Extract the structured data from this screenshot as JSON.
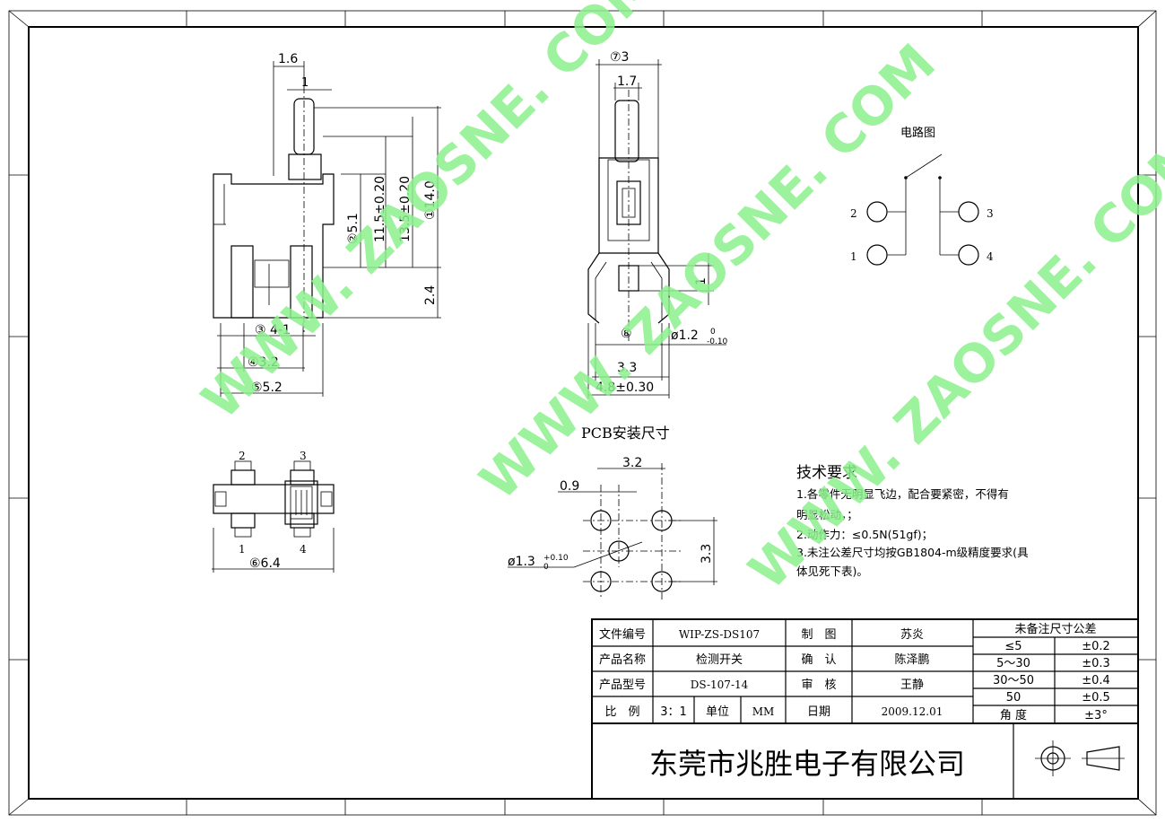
{
  "watermarks": [
    "WWW. ZAOSNE. COM",
    "WWW. ZAOSNE. COM",
    "WWW. ZAOSNE. COM"
  ],
  "side_view_dims": {
    "d1": "1.6",
    "d2": "1",
    "d3": "11.5±0.20",
    "d4": "13.5±0.20",
    "d5": "①14.0",
    "d6": "②5.1",
    "d7": "2.4",
    "d8": "③ 4-1",
    "d9": "④3.2",
    "d10": "⑤5.2"
  },
  "front_view_dims": {
    "d1": "⑦3",
    "d2": "1.7",
    "d3": "1",
    "d4": "⑧",
    "d5": "ø1.2",
    "d5_sup": "0",
    "d5_sub": "-0.10",
    "d6": "3.3",
    "d7": "4.8±0.30"
  },
  "bottom_view": {
    "pin2": "2",
    "pin3": "3",
    "pin1": "1",
    "pin4": "4",
    "dim": "⑥6.4"
  },
  "pcb": {
    "title": "PCB安装尺寸",
    "d1": "3.2",
    "d2": "0.9",
    "d3": "3.3",
    "hole": "ø1.3",
    "hole_sup": "+0.10",
    "hole_sub": "0"
  },
  "circuit": {
    "title": "电路图",
    "n1": "1",
    "n2": "2",
    "n3": "3",
    "n4": "4"
  },
  "requirements": {
    "title": "技术要求",
    "lines": [
      "1.各零件无明显飞边，配合要紧密，不得有",
      "明显松动，；",
      "2.动作力：≤0.5N(51gf)；",
      "3.未注公差尺寸均按GB1804-m级精度要求(具",
      "体见死下表)。"
    ]
  },
  "titleblock": {
    "r1": [
      "文件编号",
      "WIP-ZS-DS107",
      "制　图",
      "苏炎"
    ],
    "r2": [
      "产品名称",
      "检测开关",
      "确　认",
      "陈泽鹏"
    ],
    "r3": [
      "产品型号",
      "DS-107-14",
      "审　核",
      "王静"
    ],
    "r4": [
      "比　例",
      "3：1",
      "单位",
      "MM",
      "日期",
      "2009.12.01"
    ],
    "company": "东莞市兆胜电子有限公司"
  },
  "tolerance": {
    "title": "未备注尺寸公差",
    "rows": [
      [
        "≤5",
        "±0.2"
      ],
      [
        "5～30",
        "±0.3"
      ],
      [
        "30～50",
        "±0.4"
      ],
      [
        "50",
        "±0.5"
      ],
      [
        "角 度",
        "±3°"
      ]
    ]
  }
}
